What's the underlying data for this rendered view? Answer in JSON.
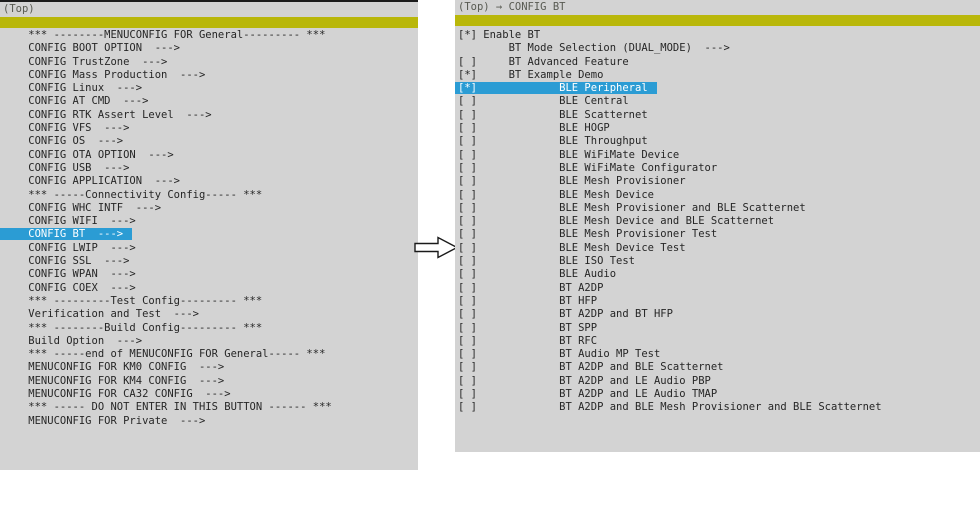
{
  "colors": {
    "panel_bg": "#d3d3d3",
    "bar_yellow": "#b9b70a",
    "breadcrumb_fg": "#585a52",
    "item_fg": "#262626",
    "selected_bg": "#2b9cd4",
    "selected_fg": "#ffffff",
    "panel_border": "#1c1c1c",
    "page_bg": "#ffffff"
  },
  "glyphs": {
    "checked": "[*]",
    "unchecked": "[ ]",
    "submenu_arrow": "--->",
    "jump_arrow_icon": "rightwards hollow arrow"
  },
  "left_panel": {
    "breadcrumb": "(Top)",
    "items": [
      {
        "type": "separator",
        "label": "*** --------MENUCONFIG FOR General--------- ***"
      },
      {
        "type": "menu",
        "label": "CONFIG BOOT OPTION",
        "arrow": true
      },
      {
        "type": "menu",
        "label": "CONFIG TrustZone",
        "arrow": true
      },
      {
        "type": "menu",
        "label": "CONFIG Mass Production",
        "arrow": true
      },
      {
        "type": "menu",
        "label": "CONFIG Linux",
        "arrow": true
      },
      {
        "type": "menu",
        "label": "CONFIG AT CMD",
        "arrow": true
      },
      {
        "type": "menu",
        "label": "CONFIG RTK Assert Level",
        "arrow": true
      },
      {
        "type": "menu",
        "label": "CONFIG VFS",
        "arrow": true
      },
      {
        "type": "menu",
        "label": "CONFIG OS",
        "arrow": true
      },
      {
        "type": "menu",
        "label": "CONFIG OTA OPTION",
        "arrow": true
      },
      {
        "type": "menu",
        "label": "CONFIG USB",
        "arrow": true
      },
      {
        "type": "menu",
        "label": "CONFIG APPLICATION",
        "arrow": true
      },
      {
        "type": "separator",
        "label": "*** -----Connectivity Config----- ***"
      },
      {
        "type": "menu",
        "label": "CONFIG WHC INTF",
        "arrow": true
      },
      {
        "type": "menu",
        "label": "CONFIG WIFI",
        "arrow": true
      },
      {
        "type": "menu",
        "label": "CONFIG BT",
        "arrow": true,
        "selected": true
      },
      {
        "type": "menu",
        "label": "CONFIG LWIP",
        "arrow": true
      },
      {
        "type": "menu",
        "label": "CONFIG SSL",
        "arrow": true
      },
      {
        "type": "menu",
        "label": "CONFIG WPAN",
        "arrow": true
      },
      {
        "type": "menu",
        "label": "CONFIG COEX",
        "arrow": true
      },
      {
        "type": "separator",
        "label": "*** ---------Test Config--------- ***"
      },
      {
        "type": "menu",
        "label": "Verification and Test",
        "arrow": true
      },
      {
        "type": "separator",
        "label": "*** --------Build Config--------- ***"
      },
      {
        "type": "menu",
        "label": "Build Option",
        "arrow": true
      },
      {
        "type": "separator",
        "label": "*** -----end of MENUCONFIG FOR General----- ***"
      },
      {
        "type": "menu",
        "label": "MENUCONFIG FOR KM0 CONFIG",
        "arrow": true
      },
      {
        "type": "menu",
        "label": "MENUCONFIG FOR KM4 CONFIG",
        "arrow": true
      },
      {
        "type": "menu",
        "label": "MENUCONFIG FOR CA32 CONFIG",
        "arrow": true
      },
      {
        "type": "separator",
        "label": "*** ----- DO NOT ENTER IN THIS BUTTON ------ ***"
      },
      {
        "type": "menu",
        "label": "MENUCONFIG FOR Private",
        "arrow": true
      }
    ]
  },
  "right_panel": {
    "breadcrumb": "(Top) → CONFIG BT",
    "items": [
      {
        "type": "checkbox",
        "state": "checked",
        "name_col": 4,
        "label": "Enable BT"
      },
      {
        "type": "menu",
        "state": null,
        "name_col": 8,
        "label": "BT Mode Selection (DUAL_MODE)",
        "arrow": true
      },
      {
        "type": "checkbox",
        "state": "unchecked",
        "name_col": 8,
        "label": "BT Advanced Feature"
      },
      {
        "type": "checkbox",
        "state": "checked",
        "name_col": 8,
        "label": "BT Example Demo"
      },
      {
        "type": "checkbox",
        "state": "checked",
        "name_col": 16,
        "label": "BLE Peripheral",
        "selected": true
      },
      {
        "type": "checkbox",
        "state": "unchecked",
        "name_col": 16,
        "label": "BLE Central"
      },
      {
        "type": "checkbox",
        "state": "unchecked",
        "name_col": 16,
        "label": "BLE Scatternet"
      },
      {
        "type": "checkbox",
        "state": "unchecked",
        "name_col": 16,
        "label": "BLE HOGP"
      },
      {
        "type": "checkbox",
        "state": "unchecked",
        "name_col": 16,
        "label": "BLE Throughput"
      },
      {
        "type": "checkbox",
        "state": "unchecked",
        "name_col": 16,
        "label": "BLE WiFiMate Device"
      },
      {
        "type": "checkbox",
        "state": "unchecked",
        "name_col": 16,
        "label": "BLE WiFiMate Configurator"
      },
      {
        "type": "checkbox",
        "state": "unchecked",
        "name_col": 16,
        "label": "BLE Mesh Provisioner"
      },
      {
        "type": "checkbox",
        "state": "unchecked",
        "name_col": 16,
        "label": "BLE Mesh Device"
      },
      {
        "type": "checkbox",
        "state": "unchecked",
        "name_col": 16,
        "label": "BLE Mesh Provisioner and BLE Scatternet"
      },
      {
        "type": "checkbox",
        "state": "unchecked",
        "name_col": 16,
        "label": "BLE Mesh Device and BLE Scatternet"
      },
      {
        "type": "checkbox",
        "state": "unchecked",
        "name_col": 16,
        "label": "BLE Mesh Provisioner Test"
      },
      {
        "type": "checkbox",
        "state": "unchecked",
        "name_col": 16,
        "label": "BLE Mesh Device Test"
      },
      {
        "type": "checkbox",
        "state": "unchecked",
        "name_col": 16,
        "label": "BLE ISO Test"
      },
      {
        "type": "checkbox",
        "state": "unchecked",
        "name_col": 16,
        "label": "BLE Audio"
      },
      {
        "type": "checkbox",
        "state": "unchecked",
        "name_col": 16,
        "label": "BT A2DP"
      },
      {
        "type": "checkbox",
        "state": "unchecked",
        "name_col": 16,
        "label": "BT HFP"
      },
      {
        "type": "checkbox",
        "state": "unchecked",
        "name_col": 16,
        "label": "BT A2DP and BT HFP"
      },
      {
        "type": "checkbox",
        "state": "unchecked",
        "name_col": 16,
        "label": "BT SPP"
      },
      {
        "type": "checkbox",
        "state": "unchecked",
        "name_col": 16,
        "label": "BT RFC"
      },
      {
        "type": "checkbox",
        "state": "unchecked",
        "name_col": 16,
        "label": "BT Audio MP Test"
      },
      {
        "type": "checkbox",
        "state": "unchecked",
        "name_col": 16,
        "label": "BT A2DP and BLE Scatternet"
      },
      {
        "type": "checkbox",
        "state": "unchecked",
        "name_col": 16,
        "label": "BT A2DP and LE Audio PBP"
      },
      {
        "type": "checkbox",
        "state": "unchecked",
        "name_col": 16,
        "label": "BT A2DP and LE Audio TMAP"
      },
      {
        "type": "checkbox",
        "state": "unchecked",
        "name_col": 16,
        "label": "BT A2DP and BLE Mesh Provisioner and BLE Scatternet"
      }
    ]
  }
}
